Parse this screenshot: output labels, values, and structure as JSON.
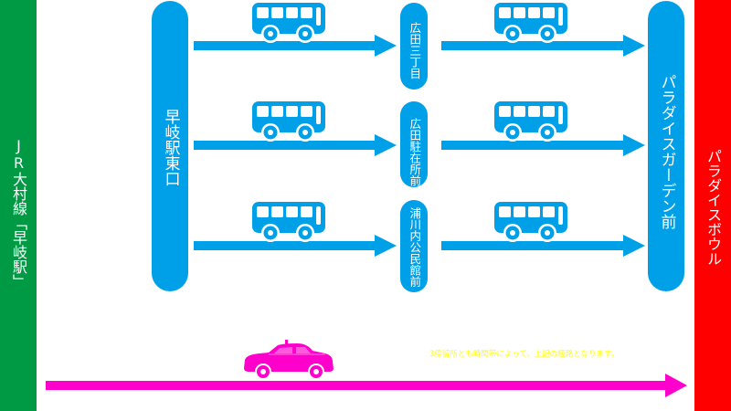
{
  "colors": {
    "jr_green": "#009944",
    "destination_red": "#ff0000",
    "bus_blue": "#00a0e9",
    "taxi_magenta": "#ff00cc",
    "note_yellow": "#ffff00"
  },
  "start": {
    "label": "JR大村線「早岐駅」"
  },
  "end": {
    "label": "パラダイスボウル"
  },
  "origin_stop": {
    "label": "早岐駅東口"
  },
  "destination_stop": {
    "label": "パラダイスガーデン前"
  },
  "routes": [
    {
      "via_stop": "広田三丁目",
      "mode_icon": "bus-icon"
    },
    {
      "via_stop": "広田駐在所前",
      "mode_icon": "bus-icon"
    },
    {
      "via_stop": "浦川内公民館前",
      "mode_icon": "bus-icon"
    }
  ],
  "taxi_route": {
    "mode_icon": "taxi-icon"
  },
  "note": "3停留所とも時間帯によって、上記の経路となります。"
}
